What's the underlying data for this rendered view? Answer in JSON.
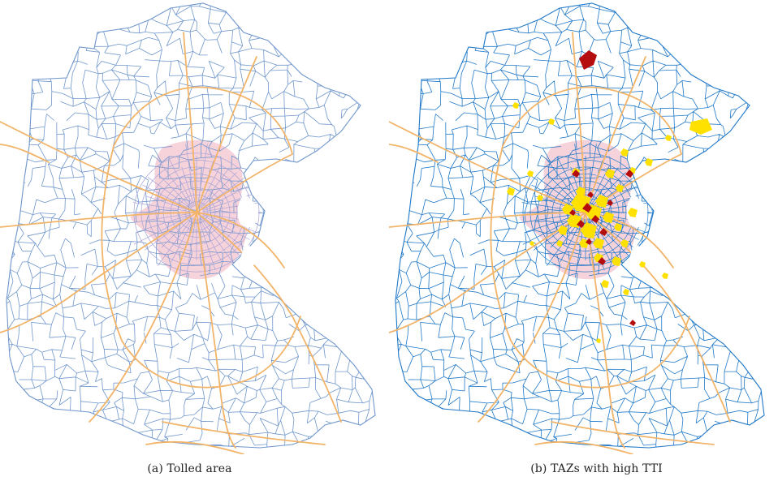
{
  "figure": {
    "panels": [
      {
        "id": "a",
        "caption": "(a) Tolled area",
        "colors": {
          "boundary": "#6f96cc",
          "highway": "#f2b469",
          "tolled_zone": "#f6d2da",
          "core_boundary": "#a6a2d6"
        },
        "layers": [
          "taz-boundaries",
          "highways",
          "tolled-area"
        ]
      },
      {
        "id": "b",
        "caption": "(b) TAZs with high TTI",
        "colors": {
          "boundary": "#1f78c8",
          "highway": "#f2b469",
          "tolled_zone": "#f6d2da",
          "high_tti": "#ffe100",
          "very_high_tti": "#b50d0d"
        },
        "layers": [
          "taz-boundaries",
          "highways",
          "tolled-area",
          "high-tti-zones"
        ]
      }
    ]
  }
}
